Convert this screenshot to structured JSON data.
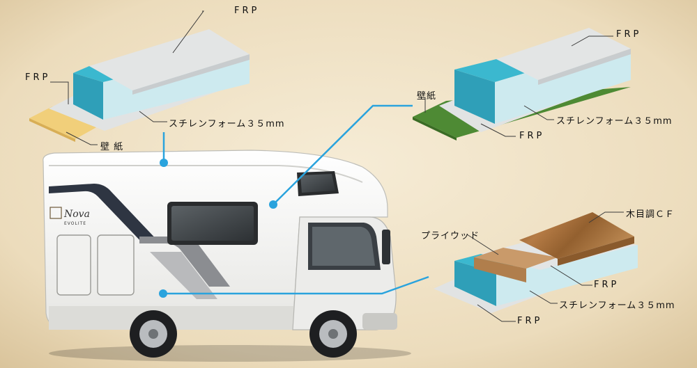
{
  "labels": {
    "top_left_frp_top": "FRP",
    "top_left_frp_side": "FRP",
    "top_left_foam": "スチレンフォーム３５mm",
    "top_left_wallpaper": "壁 紙",
    "top_right_frp_top": "FRP",
    "top_right_wallpaper": "壁紙",
    "top_right_foam": "スチレンフォーム３５mm",
    "top_right_frp_bottom": "FRP",
    "floor_wood_cf": "木目調ＣＦ",
    "floor_plywood": "プライウッド",
    "floor_frp_mid": "FRP",
    "floor_foam": "スチレンフォーム３５mm",
    "floor_frp_bottom": "FRP"
  },
  "vehicle": {
    "badge_name": "Nova",
    "badge_sub": "EVOLITE"
  },
  "colors": {
    "background": "#efe2c6",
    "frp": "#e3e5e5",
    "foam_light": "#cdebef",
    "foam_dark": "#2fa9c2",
    "wallpaper_yellow": "#f1cf7a",
    "wallpaper_green": "#4e8a34",
    "wood": "#a0693a",
    "plywood": "#c99a6a",
    "leader_blue": "#2aa3dd"
  }
}
